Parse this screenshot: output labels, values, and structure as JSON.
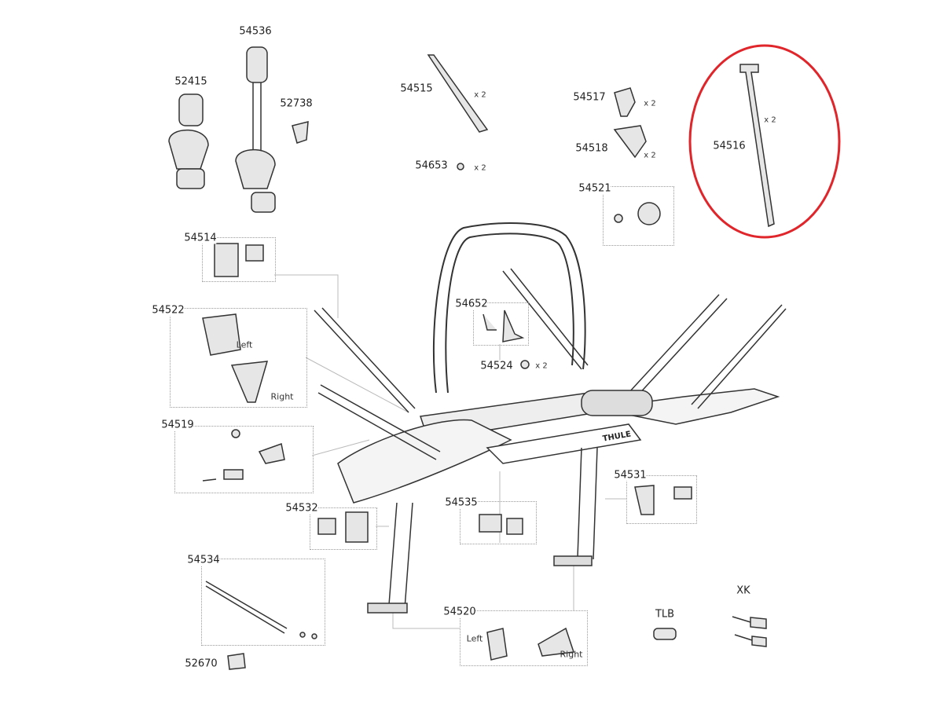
{
  "parts": {
    "p54536": {
      "number": "54536"
    },
    "p52415": {
      "number": "52415"
    },
    "p52738": {
      "number": "52738"
    },
    "p54515": {
      "number": "54515",
      "qty": "x 2"
    },
    "p54653": {
      "number": "54653",
      "qty": "x 2"
    },
    "p54517": {
      "number": "54517",
      "qty": "x 2"
    },
    "p54518": {
      "number": "54518",
      "qty": "x 2"
    },
    "p54521": {
      "number": "54521"
    },
    "p54516": {
      "number": "54516",
      "qty": "x 2"
    },
    "p54514": {
      "number": "54514"
    },
    "p54522": {
      "number": "54522",
      "left": "Left",
      "right": "Right"
    },
    "p54652": {
      "number": "54652"
    },
    "p54524": {
      "number": "54524",
      "qty": "x 2"
    },
    "p54519": {
      "number": "54519"
    },
    "p54531": {
      "number": "54531"
    },
    "p54532": {
      "number": "54532"
    },
    "p54535": {
      "number": "54535"
    },
    "p54534": {
      "number": "54534"
    },
    "p54520": {
      "number": "54520",
      "left": "Left",
      "right": "Right"
    },
    "p52670": {
      "number": "52670"
    },
    "pTLB": {
      "number": "TLB"
    },
    "pXK": {
      "number": "XK"
    }
  },
  "brand_logo": "THULE",
  "highlight_color": "#e0252b"
}
